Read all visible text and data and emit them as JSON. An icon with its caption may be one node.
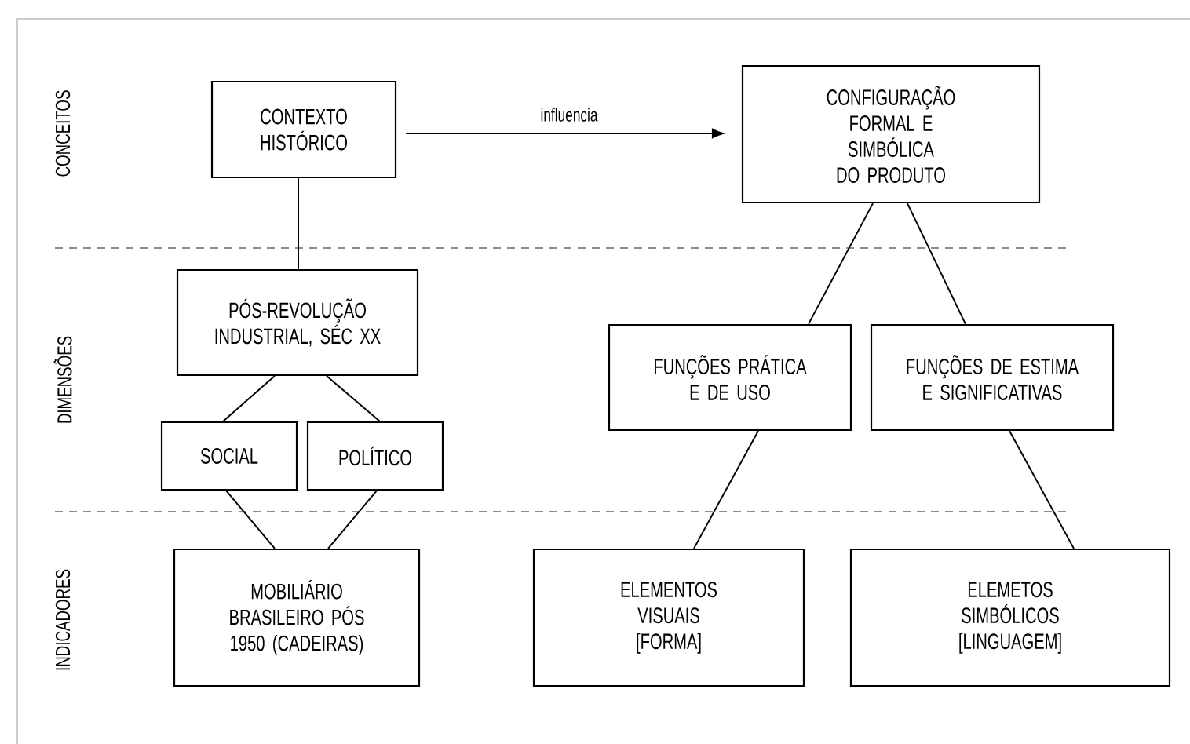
{
  "diagram": {
    "nodes": [
      {
        "text": [
          "CONTEXTO HISTÓRICO"
        ]
      },
      {
        "text": [
          "CONFIGURAÇÃO FORMAL E SIMBÓLICA DO PRODUTO"
        ]
      },
      {
        "text": [
          "PÓS-REVOLUÇÃO INDUSTRIAL, SÉC XX"
        ]
      },
      {
        "text": [
          "FUNÇÕES PRÁTICA E DE USO"
        ]
      },
      {
        "text": [
          "FUNÇÕES DE ESTIMA E SIGNIFICATIVAS"
        ]
      },
      {
        "text": [
          "SOCIAL"
        ]
      },
      {
        "text": [
          "POLÍTICO"
        ]
      },
      {
        "text": [
          "MOBILIÁRIO BRASILEIRO PÓS 1950 (CADEIRAS)"
        ]
      },
      {
        "text": [
          "ELEMENTOS VISUAIS [FORMA]"
        ]
      },
      {
        "text": [
          "ELEMETOS SIMBÓLICOS [LINGUAGEM]"
        ]
      }
    ],
    "edges": [
      {
        "from": 0,
        "to": 1,
        "arrow": "to",
        "label": "influencia"
      },
      {
        "from": 0,
        "to": 2,
        "arrow": "none"
      },
      {
        "from": 2,
        "to": 5,
        "arrow": "none"
      },
      {
        "from": 2,
        "to": 6,
        "arrow": "none"
      },
      {
        "from": 5,
        "to": 7,
        "arrow": "none"
      },
      {
        "from": 6,
        "to": 7,
        "arrow": "none"
      },
      {
        "from": 1,
        "to": 3,
        "arrow": "none"
      },
      {
        "from": 1,
        "to": 4,
        "arrow": "none"
      },
      {
        "from": 3,
        "to": 8,
        "arrow": "none"
      },
      {
        "from": 4,
        "to": 9,
        "arrow": "none"
      }
    ],
    "labels": [
      "CONCEITOS",
      "DIMENSÕES",
      "INDICADORES"
    ]
  }
}
